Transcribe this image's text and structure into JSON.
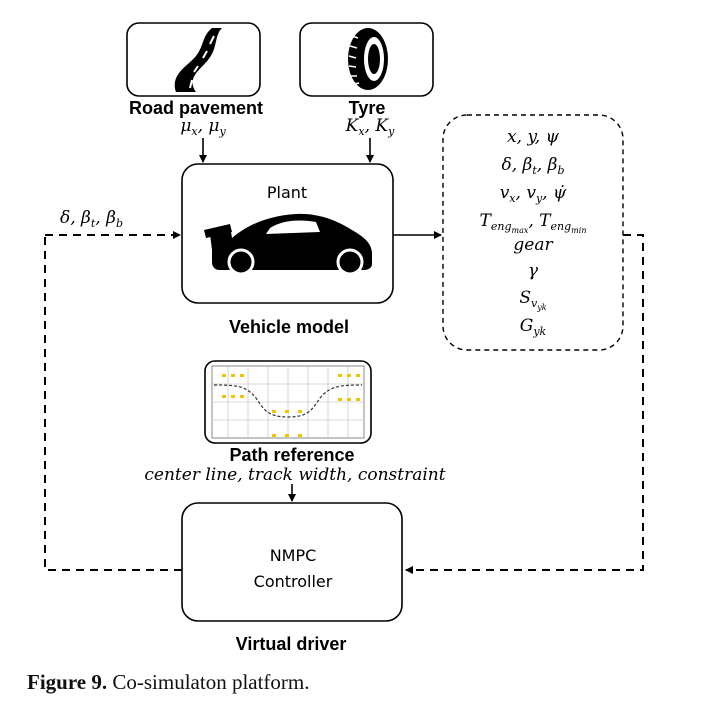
{
  "top_icons": {
    "road": {
      "label": "Road pavement",
      "params": "μx, μy"
    },
    "tyre": {
      "label": "Tyre",
      "params": "Kx, Ky"
    }
  },
  "plant": {
    "title": "Plant",
    "label": "Vehicle model"
  },
  "input_signals": "δ, βt, βb",
  "outputs": [
    "x, y, ψ",
    "δ, βt, βb",
    "vx, vy, ψ̇",
    "Teng_max, Teng_min",
    "gear",
    "γ",
    "S_v_yk",
    "G_yk"
  ],
  "path_reference": {
    "label": "Path reference",
    "signals": "center line, track width, constraint"
  },
  "controller": {
    "line1": "NMPC",
    "line2": "Controller",
    "label": "Virtual driver"
  },
  "caption": {
    "prefix": "Figure 9.",
    "text": "Co-simulaton platform."
  },
  "colors": {
    "line": "#000000",
    "accent": "#f2c300"
  }
}
